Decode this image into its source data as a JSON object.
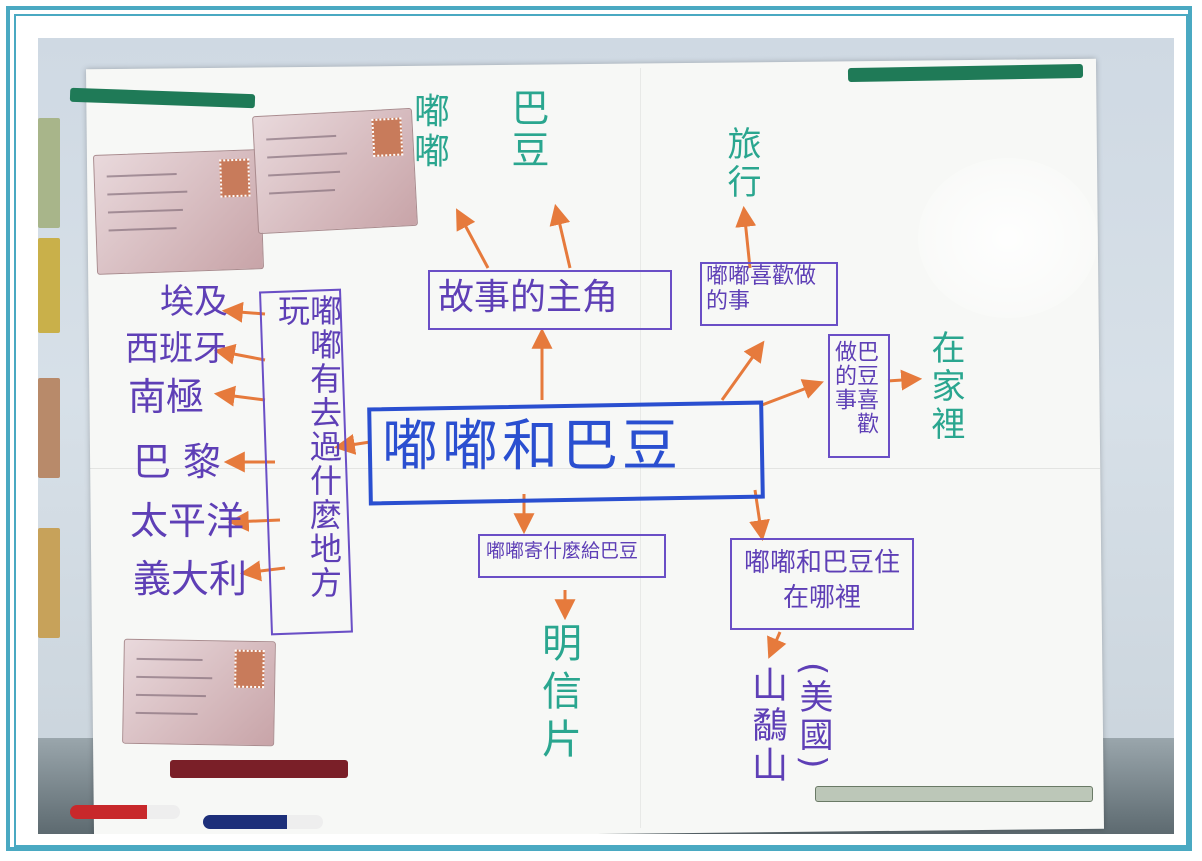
{
  "mindmap": {
    "center": "嘟嘟和巴豆",
    "protagonist": {
      "label": "故事的主角",
      "items": [
        "嘟嘟",
        "巴豆"
      ]
    },
    "dudu_likes": {
      "label": "嘟嘟喜歡做的事",
      "items": [
        "旅行"
      ]
    },
    "badou_likes": {
      "label": "巴豆喜歡做的事",
      "items": [
        "在家裡"
      ]
    },
    "places_visited": {
      "label": "嘟嘟有去過什麼地方玩",
      "items": [
        "埃及",
        "西班牙",
        "南極",
        "巴黎",
        "太平洋",
        "義大利"
      ]
    },
    "send_what": {
      "label": "嘟嘟寄什麼給巴豆",
      "items": [
        "明信片"
      ]
    },
    "where_live": {
      "label": "嘟嘟和巴豆住在哪裡",
      "items": [
        "山鷸山",
        "(美國)"
      ]
    }
  },
  "colors": {
    "frame": "#4aa9c2",
    "center_ink": "#2a4fd0",
    "box_ink": "#5e3fb6",
    "leaf_ink": "#2aa68f",
    "arrow_ink": "#e67a3c"
  }
}
